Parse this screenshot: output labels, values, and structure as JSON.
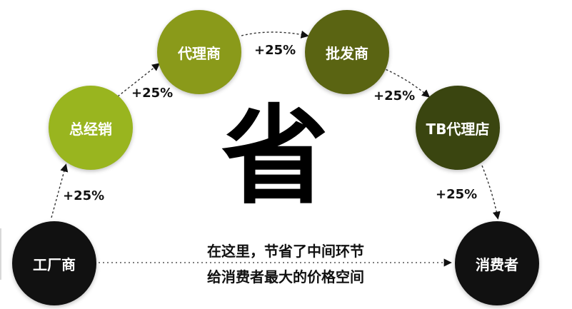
{
  "nodes": [
    {
      "id": "factory",
      "label": "工厂商",
      "color": "#111111"
    },
    {
      "id": "general-distributor",
      "label": "总经销",
      "color": "#99b51f"
    },
    {
      "id": "agent",
      "label": "代理商",
      "color": "#8a9a1a"
    },
    {
      "id": "wholesaler",
      "label": "批发商",
      "color": "#5a6412"
    },
    {
      "id": "tb-agent-store",
      "label": "TB代理店",
      "color": "#3a4510"
    },
    {
      "id": "consumer",
      "label": "消费者",
      "color": "#111111"
    }
  ],
  "markups": [
    "+25%",
    "+25%",
    "+25%",
    "+25%",
    "+25%"
  ],
  "center_char": "省",
  "caption": {
    "line1": "在这里，节省了中间环节",
    "line2": "给消费者最大的价格空间"
  }
}
